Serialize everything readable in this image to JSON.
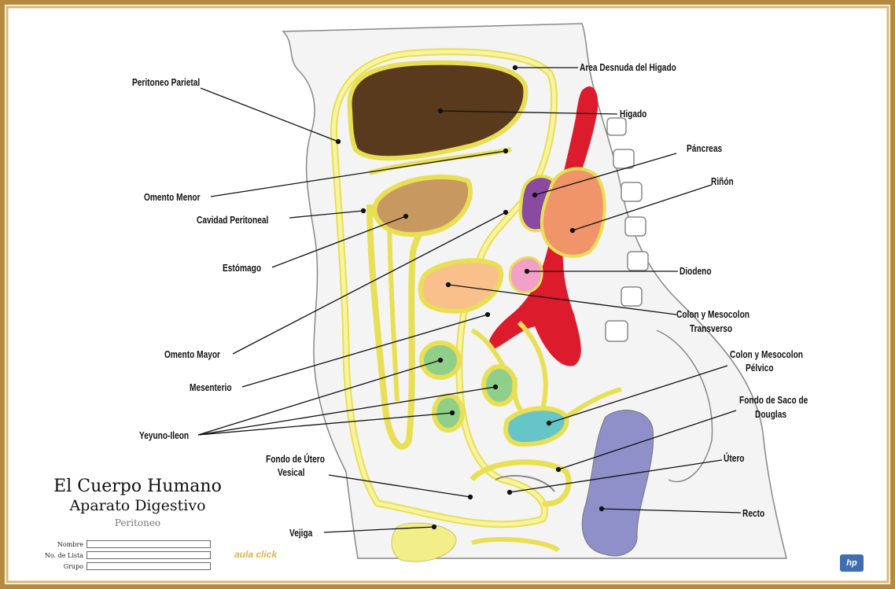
{
  "labels": {
    "area_desnuda": "Area Desnuda del Higado",
    "peritoneo_parietal": "Peritoneo Parietal",
    "higado": "Higado",
    "pancreas": "Páncreas",
    "rinon": "Riñón",
    "omento_menor": "Omento Menor",
    "cavidad_peritoneal": "Cavidad Peritoneal",
    "estomago": "Estómago",
    "diodeno": "Diodeno",
    "colon_transverso_1": "Colon y Mesocolon",
    "colon_transverso_2": "Transverso",
    "omento_mayor": "Omento Mayor",
    "colon_pelvico_1": "Colon y Mesocolon",
    "colon_pelvico_2": "Pélvico",
    "mesenterio": "Mesenterio",
    "fondo_saco_1": "Fondo de Saco de",
    "fondo_saco_2": "Douglas",
    "yeyuno_ileon": "Yeyuno-Ileon",
    "fondo_utero_1": "Fondo de Útero",
    "fondo_utero_2": "Vesical",
    "utero": "Útero",
    "recto": "Recto",
    "vejiga": "Vejiga"
  },
  "title": {
    "line1": "El Cuerpo Humano",
    "line2": "Aparato Digestivo",
    "line3": "Peritoneo"
  },
  "form": {
    "nombre": "Nombre",
    "lista": "No. de Lista",
    "grupo": "Grupo"
  },
  "brand": "aula click",
  "hp_logo": "hp",
  "colors": {
    "peritoneum": "#f2ee88",
    "liver": "#5a3a1c",
    "stomach": "#c7985f",
    "pancreas": "#8a4aa0",
    "kidney": "#f0946a",
    "duodenum": "#f2a0c8",
    "colon_transverse": "#f9c08c",
    "jejunum": "#8fcf8a",
    "colon_pelvic": "#66c5c7",
    "rectum": "#8f8fc9",
    "aorta": "#dc1c2c",
    "frame": "#c9a25a"
  }
}
